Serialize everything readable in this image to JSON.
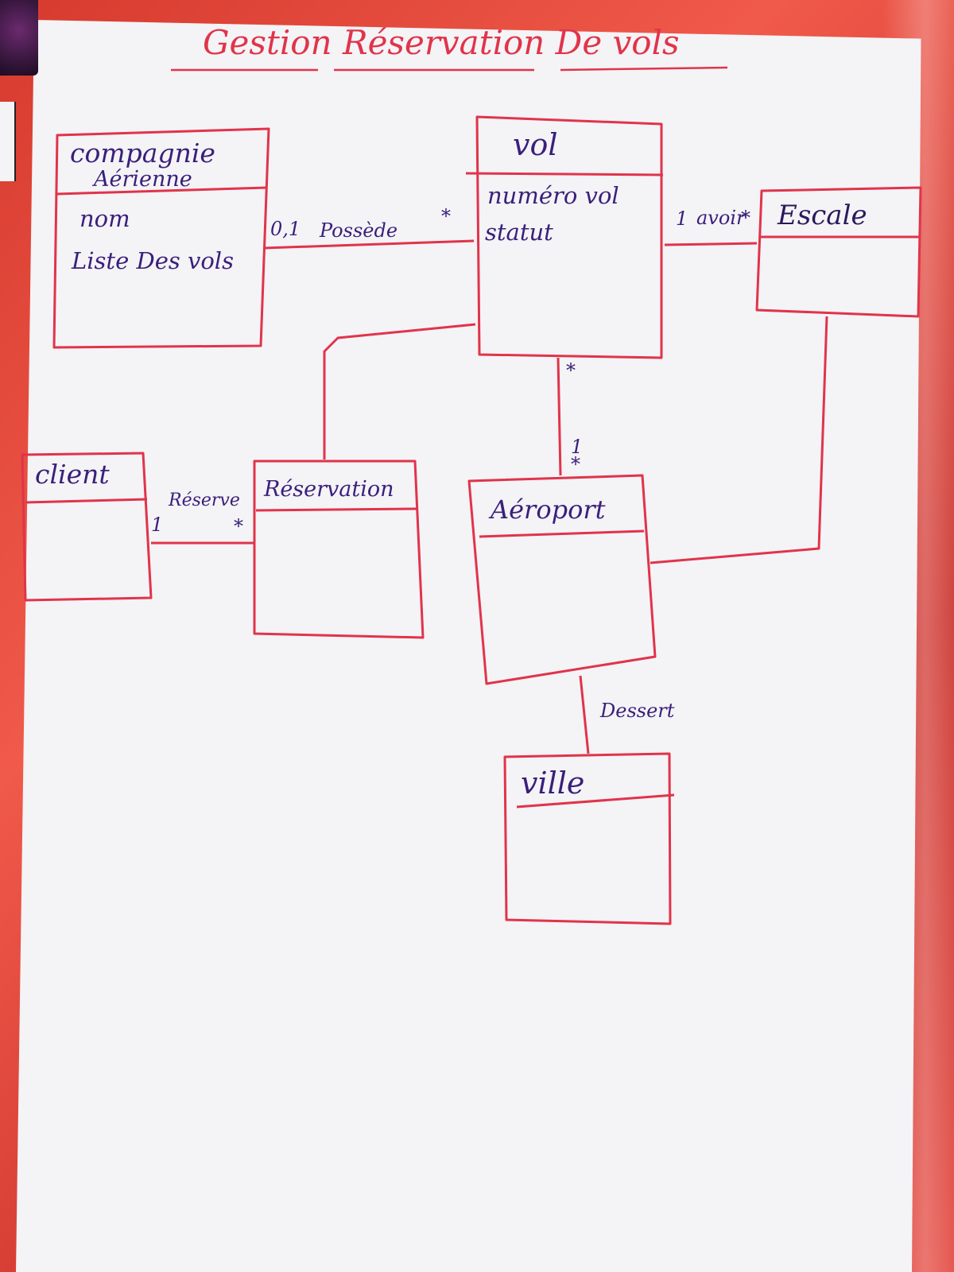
{
  "title": "Gestion Réservation De vols",
  "classes": {
    "compagnie": {
      "name_line1": "compagnie",
      "name_line2": "Aérienne",
      "attributes": [
        "nom",
        "Liste Des vols"
      ]
    },
    "vol": {
      "name": "vol",
      "attributes": [
        "numéro vol",
        "statut"
      ]
    },
    "escale": {
      "name": "Escale"
    },
    "client": {
      "name": "client"
    },
    "reservation": {
      "name": "Réservation"
    },
    "aeroport": {
      "name": "Aéroport"
    },
    "ville": {
      "name": "ville"
    }
  },
  "associations": {
    "possede": {
      "label": "Possède",
      "mult_compagnie": "0,1",
      "mult_vol": "*"
    },
    "avoir": {
      "label": "avoir",
      "mult_vol": "1",
      "mult_escale": "*"
    },
    "reserve": {
      "label": "Réserve",
      "mult_client": "1",
      "mult_reservation": "*"
    },
    "vol_aeroport": {
      "mult_vol": "*",
      "mult_aeroport_1": "1",
      "mult_aeroport_2": "*"
    },
    "dessert": {
      "label": "Dessert"
    }
  },
  "colors": {
    "ink_red": "#e0344a",
    "ink_purple": "#3a1f7a",
    "paper": "#f4f3f6",
    "background": "#e8453c"
  }
}
